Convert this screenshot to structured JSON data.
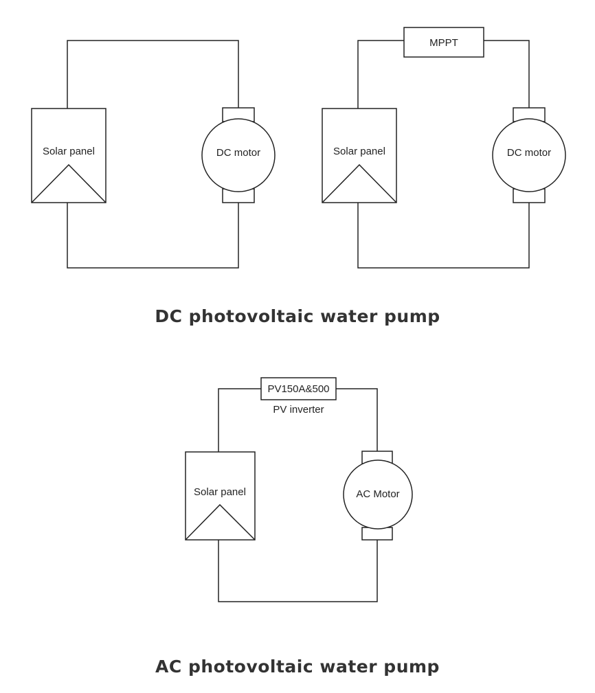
{
  "dc_section": {
    "title": "DC photovoltaic water pump",
    "direct_circuit": {
      "panel_label": "Solar panel",
      "motor_label": "DC motor"
    },
    "mppt_circuit": {
      "controller_label": "MPPT",
      "panel_label": "Solar panel",
      "motor_label": "DC motor"
    }
  },
  "ac_section": {
    "title": "AC photovoltaic water pump",
    "circuit": {
      "inverter_model": "PV150A&500",
      "inverter_caption": "PV inverter",
      "panel_label": "Solar panel",
      "motor_label": "AC Motor"
    }
  }
}
